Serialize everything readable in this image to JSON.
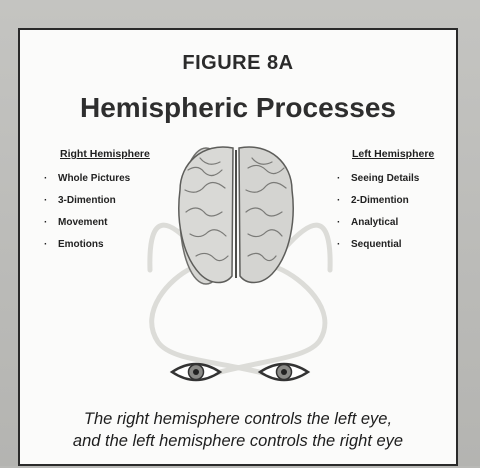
{
  "figure_label": "FIGURE 8A",
  "title": "Hemispheric Processes",
  "right_hemisphere": {
    "heading": "Right Hemisphere",
    "items": [
      "Whole Pictures",
      "3-Dimention",
      "Movement",
      "Emotions"
    ]
  },
  "left_hemisphere": {
    "heading": "Left Hemisphere",
    "items": [
      "Seeing Details",
      "2-Dimention",
      "Analytical",
      "Sequential"
    ]
  },
  "caption": {
    "line1": "The right hemisphere controls the left eye,",
    "line2": "and the left hemisphere controls the right eye"
  },
  "icons": [
    "brain-icon",
    "left-eye-icon",
    "right-eye-icon"
  ],
  "colors": {
    "panel_border": "#2a2a2a",
    "background": "#b9b9b6",
    "nerve": "#e2e2df"
  }
}
